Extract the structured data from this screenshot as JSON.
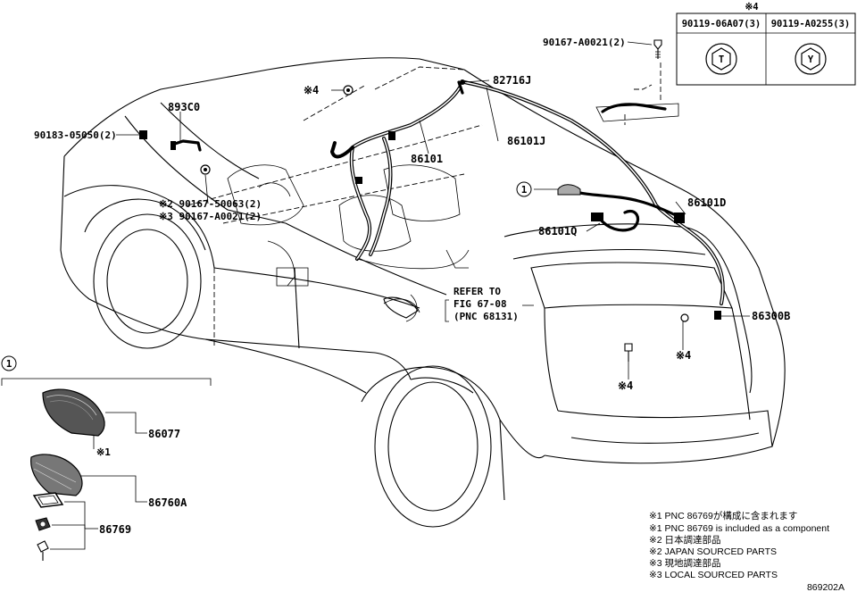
{
  "table": {
    "marker": "※4",
    "col1": "90119-06A07(3)",
    "col2": "90119-A0255(3)",
    "icon1_letter": "T",
    "icon2_letter": "Y"
  },
  "labels": {
    "p90167_a0021_top": "90167-A0021(2)",
    "p82716j": "82716J",
    "p893c0": "893C0",
    "p90183": "90183-05050(2)",
    "p86101": "86101",
    "p86101j": "86101J",
    "p86101d": "86101D",
    "p86101q": "86101Q",
    "p90167_50063": "※2 90167-50063(2)",
    "p90167_a0021_mid": "※3 90167-A0021(2)",
    "refer_line1": "REFER TO",
    "refer_line2": "FIG 67-08",
    "refer_line3": "(PNC 68131)",
    "p86300b": "86300B",
    "mark4_top": "※4",
    "mark4_right": "※4",
    "mark4_bottom": "※4",
    "circle1_top": "1",
    "circle1_inset": "1",
    "p86077": "86077",
    "mark1": "※1",
    "p86760a": "86760A",
    "p86769": "86769"
  },
  "notes": [
    "※1 PNC 86769が構成に含まれます",
    "※1 PNC 86769 is included as a component",
    "※2 日本調達部品",
    "※2 JAPAN SOURCED PARTS",
    "※3 現地調達部品",
    "※3 LOCAL SOURCED PARTS"
  ],
  "figure_id": "869202A"
}
